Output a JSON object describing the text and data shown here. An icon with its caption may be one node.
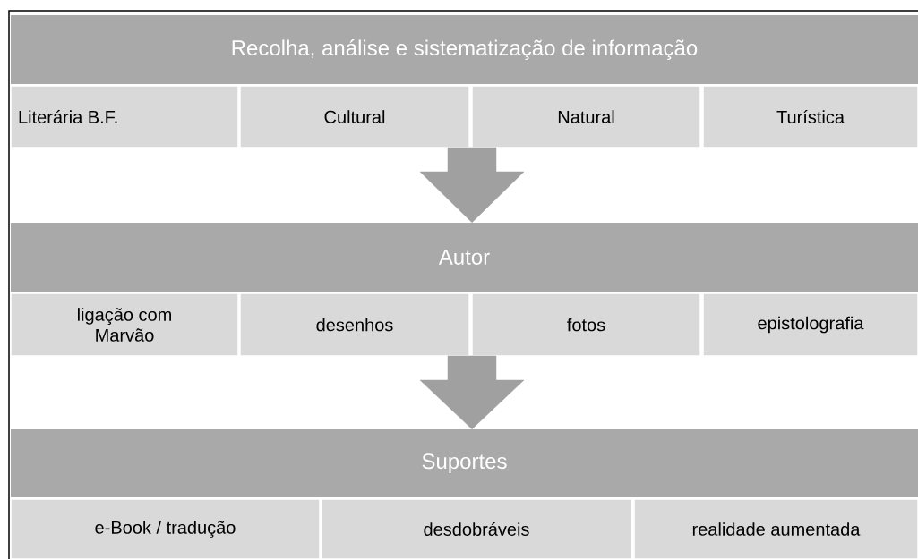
{
  "diagram": {
    "nodes": [
      {
        "text": [
          "Recolha, análise e sistematização de informação"
        ]
      },
      {
        "text": [
          "Literária B.F."
        ]
      },
      {
        "text": [
          "Cultural"
        ]
      },
      {
        "text": [
          "Natural"
        ]
      },
      {
        "text": [
          "Turística"
        ]
      },
      {
        "text": [
          "Autor"
        ]
      },
      {
        "text": [
          "ligação com Marvão"
        ]
      },
      {
        "text": [
          "desenhos"
        ]
      },
      {
        "text": [
          "fotos"
        ]
      },
      {
        "text": [
          "epistolografia"
        ]
      },
      {
        "text": [
          "Suportes"
        ]
      },
      {
        "text": [
          "e-Book / tradução"
        ]
      },
      {
        "text": [
          "desdobráveis"
        ]
      },
      {
        "text": [
          "realidade aumentada"
        ]
      }
    ],
    "edges": [
      {
        "from": null,
        "to": 5,
        "arrow": "to"
      },
      {
        "from": null,
        "to": 10,
        "arrow": "to"
      }
    ]
  }
}
